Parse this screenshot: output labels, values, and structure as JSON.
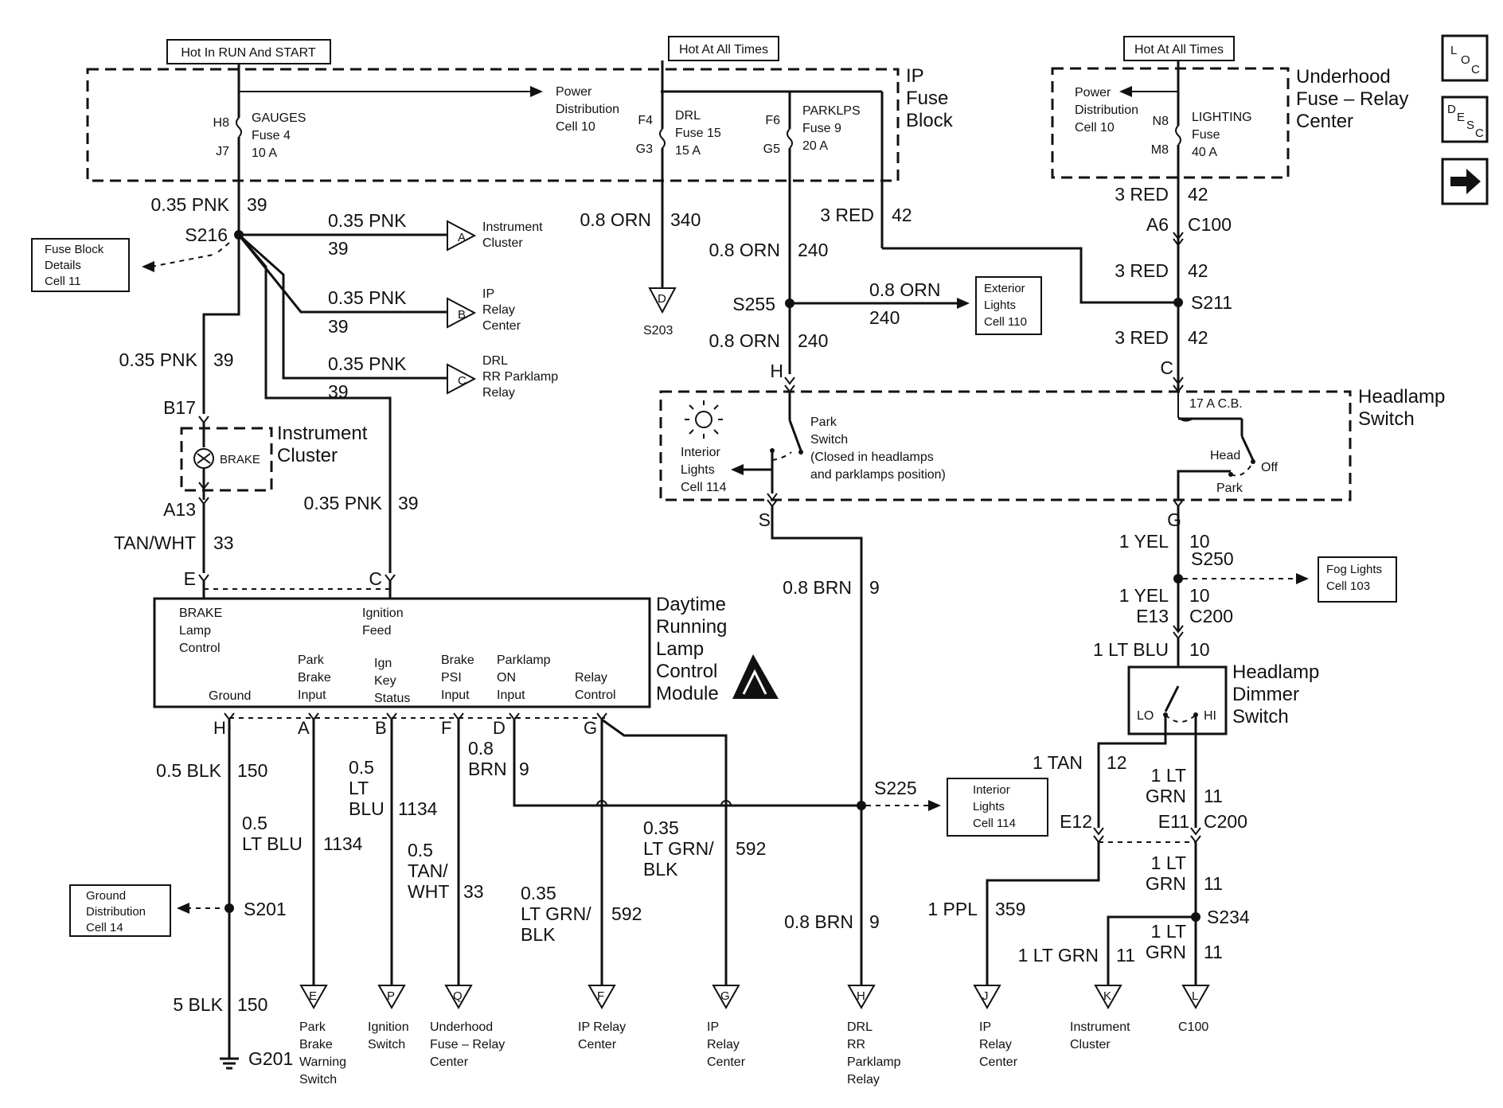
{
  "headers": {
    "run_start": "Hot In RUN And START",
    "hot_all_1": "Hot At All Times",
    "hot_all_2": "Hot At All Times"
  },
  "nav": {
    "loc": [
      "L",
      "O",
      "C"
    ],
    "desc": [
      "D",
      "E",
      "S",
      "C"
    ]
  },
  "ip_fuse_block": {
    "title": [
      "IP",
      "Fuse",
      "Block"
    ],
    "gauges_fuse": {
      "pin_in": "H8",
      "pin_out": "J7",
      "name": [
        "GAUGES",
        "Fuse 4",
        "10 A"
      ]
    },
    "power_dist": [
      "Power",
      "Distribution",
      "Cell 10"
    ],
    "drl_fuse": {
      "pin_in": "F4",
      "pin_out": "G3",
      "name": [
        "DRL",
        "Fuse 15",
        "15 A"
      ]
    },
    "parklps_fuse": {
      "pin_in": "F6",
      "pin_out": "G5",
      "name": [
        "PARKLPS",
        "Fuse 9",
        "20 A"
      ]
    }
  },
  "underhood": {
    "title": [
      "Underhood",
      "Fuse – Relay",
      "Center"
    ],
    "power_dist": [
      "Power",
      "Distribution",
      "Cell 10"
    ],
    "lighting_fuse": {
      "pin_in": "N8",
      "pin_out": "M8",
      "name": [
        "LIGHTING",
        "Fuse",
        "40 A"
      ]
    }
  },
  "wires": {
    "pnk_main": {
      "gauge": "0.35 PNK",
      "circuit": "39"
    },
    "pnk_a": {
      "gauge": "0.35 PNK",
      "circuit": "39"
    },
    "pnk_b": {
      "gauge": "0.35 PNK",
      "circuit": "39"
    },
    "pnk_c": {
      "gauge": "0.35 PNK",
      "circuit": "39"
    },
    "pnk_left": {
      "gauge": "0.35 PNK",
      "circuit": "39"
    },
    "pnk_right": {
      "gauge": "0.35 PNK",
      "circuit": "39"
    },
    "orn_340": {
      "gauge": "0.8 ORN",
      "circuit": "340"
    },
    "orn_240a": {
      "gauge": "0.8 ORN",
      "circuit": "240"
    },
    "orn_240b": {
      "gauge": "0.8 ORN",
      "circuit": "240"
    },
    "orn_240c": {
      "gauge": "0.8 ORN",
      "circuit": "240"
    },
    "red_42a": {
      "gauge": "3 RED",
      "circuit": "42"
    },
    "red_42b": {
      "gauge": "3 RED",
      "circuit": "42"
    },
    "red_42c": {
      "gauge": "3 RED",
      "circuit": "42"
    },
    "red_42d": {
      "gauge": "3 RED",
      "circuit": "42"
    },
    "tanwht_33": {
      "gauge": "TAN/WHT",
      "circuit": "33"
    },
    "brn_9a": {
      "gauge": "0.8 BRN",
      "circuit": "9"
    },
    "brn_9b": {
      "gauge": "0.8 BRN",
      "circuit": "9"
    },
    "yel_10a": {
      "gauge": "1 YEL",
      "circuit": "10"
    },
    "yel_10b": {
      "gauge": "1 YEL",
      "circuit": "10"
    },
    "ltblu_10": {
      "gauge": "1 LT BLU",
      "circuit": "10"
    },
    "blk_150a": {
      "gauge": "0.5 BLK",
      "circuit": "150"
    },
    "blk_150b": {
      "gauge": "5 BLK",
      "circuit": "150"
    },
    "ltblu_1134a": {
      "gauge": [
        "0.5",
        "LT BLU"
      ],
      "circuit": "1134"
    },
    "ltblu_1134b": {
      "gauge": [
        "0.5",
        "LT",
        "BLU"
      ],
      "circuit": "1134"
    },
    "tanwht_33b": {
      "gauge": [
        "0.5",
        "TAN/",
        "WHT"
      ],
      "circuit": "33"
    },
    "brn_d": {
      "gauge": [
        "0.8",
        "BRN"
      ],
      "circuit": "9"
    },
    "grnblk_592a": {
      "gauge": [
        "0.35",
        "LT GRN/",
        "BLK"
      ],
      "circuit": "592"
    },
    "grnblk_592b": {
      "gauge": [
        "0.35",
        "LT GRN/",
        "BLK"
      ],
      "circuit": "592"
    },
    "tan_12": {
      "gauge": "1 TAN",
      "circuit": "12"
    },
    "ltgrn_11a": {
      "gauge": [
        "1 LT",
        "GRN"
      ],
      "circuit": "11"
    },
    "ltgrn_11b": {
      "gauge": [
        "1 LT",
        "GRN"
      ],
      "circuit": "11"
    },
    "ltgrn_11c": {
      "gauge": [
        "1 LT",
        "GRN"
      ],
      "circuit": "11"
    },
    "ltgrn_11d": {
      "gauge": "1 LT GRN",
      "circuit": "11"
    },
    "ppl_359": {
      "gauge": "1 PPL",
      "circuit": "359"
    }
  },
  "splices": {
    "s216": "S216",
    "s255": "S255",
    "s211": "S211",
    "s250": "S250",
    "s225": "S225",
    "s201": "S201",
    "s234": "S234",
    "g201": "G201"
  },
  "connectors": {
    "a6": "A6",
    "c100": "C100",
    "b17": "B17",
    "a13": "A13",
    "h_top": "H",
    "c_top": "C",
    "s_conn": "S",
    "g_conn": "G",
    "e13": "E13",
    "c200a": "C200",
    "e12": "E12",
    "e11": "E11",
    "c200b": "C200",
    "e_pin": "E",
    "c_pin": "C"
  },
  "offpage": {
    "A": {
      "letter": "A",
      "label": [
        "Instrument",
        "Cluster"
      ]
    },
    "B": {
      "letter": "B",
      "label": [
        "IP",
        "Relay",
        "Center"
      ]
    },
    "C": {
      "letter": "C",
      "label": [
        "DRL",
        "RR Parklamp",
        "Relay"
      ]
    },
    "D": {
      "letter": "D",
      "label": [
        "S203"
      ]
    },
    "E": {
      "letter": "E",
      "label": [
        "Park",
        "Brake",
        "Warning",
        "Switch"
      ]
    },
    "P": {
      "letter": "P",
      "label": [
        "Ignition",
        "Switch"
      ]
    },
    "Q": {
      "letter": "Q",
      "label": [
        "Underhood",
        "Fuse – Relay",
        "Center"
      ]
    },
    "F": {
      "letter": "F",
      "label": [
        "IP Relay",
        "Center"
      ]
    },
    "G": {
      "letter": "G",
      "label": [
        "IP",
        "Relay",
        "Center"
      ]
    },
    "H": {
      "letter": "H",
      "label": [
        "DRL",
        "RR",
        "Parklamp",
        "Relay"
      ]
    },
    "J": {
      "letter": "J",
      "label": [
        "IP",
        "Relay",
        "Center"
      ]
    },
    "K": {
      "letter": "K",
      "label": [
        "Instrument",
        "Cluster"
      ]
    },
    "L": {
      "letter": "L",
      "label": [
        "C100"
      ]
    }
  },
  "refs": {
    "fuse_block_details": [
      "Fuse Block",
      "Details",
      "Cell 11"
    ],
    "exterior_lights": [
      "Exterior",
      "Lights",
      "Cell 110"
    ],
    "fog_lights": [
      "Fog Lights",
      "Cell 103"
    ],
    "interior_lights": [
      "Interior",
      "Lights",
      "Cell 114"
    ],
    "ground_dist": [
      "Ground",
      "Distribution",
      "Cell 14"
    ]
  },
  "instrument_cluster": {
    "title": [
      "Instrument",
      "Cluster"
    ],
    "brake": "BRAKE"
  },
  "headlamp_switch": {
    "title": [
      "Headlamp",
      "Switch"
    ],
    "interior": [
      "Interior",
      "Lights",
      "Cell 114"
    ],
    "park_switch": [
      "Park",
      "Switch",
      "(Closed in headlamps",
      "and parklamps position)"
    ],
    "cb": "17 A C.B.",
    "head": "Head",
    "off": "Off",
    "park": "Park"
  },
  "dimmer": {
    "title": [
      "Headlamp",
      "Dimmer",
      "Switch"
    ],
    "lo": "LO",
    "hi": "HI"
  },
  "drl_module": {
    "title": [
      "Daytime",
      "Running",
      "Lamp",
      "Control",
      "Module"
    ],
    "brake_lamp": [
      "BRAKE",
      "Lamp",
      "Control"
    ],
    "ignition": [
      "Ignition",
      "Feed"
    ],
    "ground": "Ground",
    "park_brake": [
      "Park",
      "Brake",
      "Input"
    ],
    "ign_key": [
      "Ign",
      "Key",
      "Status"
    ],
    "brake_psi": [
      "Brake",
      "PSI",
      "Input"
    ],
    "parklamp": [
      "Parklamp",
      "ON",
      "Input"
    ],
    "relay": [
      "Relay",
      "Control"
    ],
    "pins": [
      "H",
      "A",
      "B",
      "F",
      "D",
      "G"
    ]
  }
}
